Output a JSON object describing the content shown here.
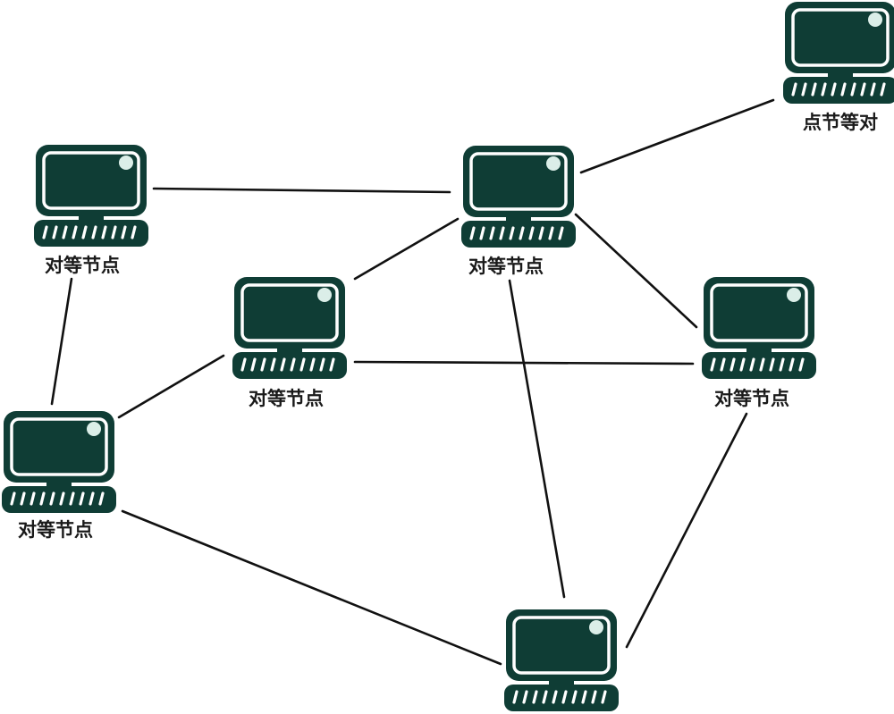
{
  "diagram": {
    "colors": {
      "device_body": "#0f3d35",
      "device_outline": "#ffffff",
      "screen_glare": "#dbeee8",
      "edge": "#111111",
      "label": "#1a1a1a"
    },
    "nodes": [
      {
        "id": "n1",
        "label": "点节等对",
        "icon": "computer-icon"
      },
      {
        "id": "n2",
        "label": "对等节点",
        "icon": "computer-icon"
      },
      {
        "id": "n3",
        "label": "对等节点",
        "icon": "computer-icon"
      },
      {
        "id": "n4",
        "label": "对等节点",
        "icon": "computer-icon"
      },
      {
        "id": "n5",
        "label": "对等节点",
        "icon": "computer-icon"
      },
      {
        "id": "n6",
        "label": "对等节点",
        "icon": "computer-icon"
      },
      {
        "id": "n7",
        "label": "",
        "icon": "computer-icon"
      }
    ],
    "edges": [
      [
        "n3",
        "n1"
      ],
      [
        "n2",
        "n3"
      ],
      [
        "n4",
        "n3"
      ],
      [
        "n3",
        "n5"
      ],
      [
        "n3",
        "n7"
      ],
      [
        "n2",
        "n6"
      ],
      [
        "n4",
        "n5"
      ],
      [
        "n6",
        "n4"
      ],
      [
        "n6",
        "n7"
      ],
      [
        "n5",
        "n7"
      ]
    ]
  }
}
